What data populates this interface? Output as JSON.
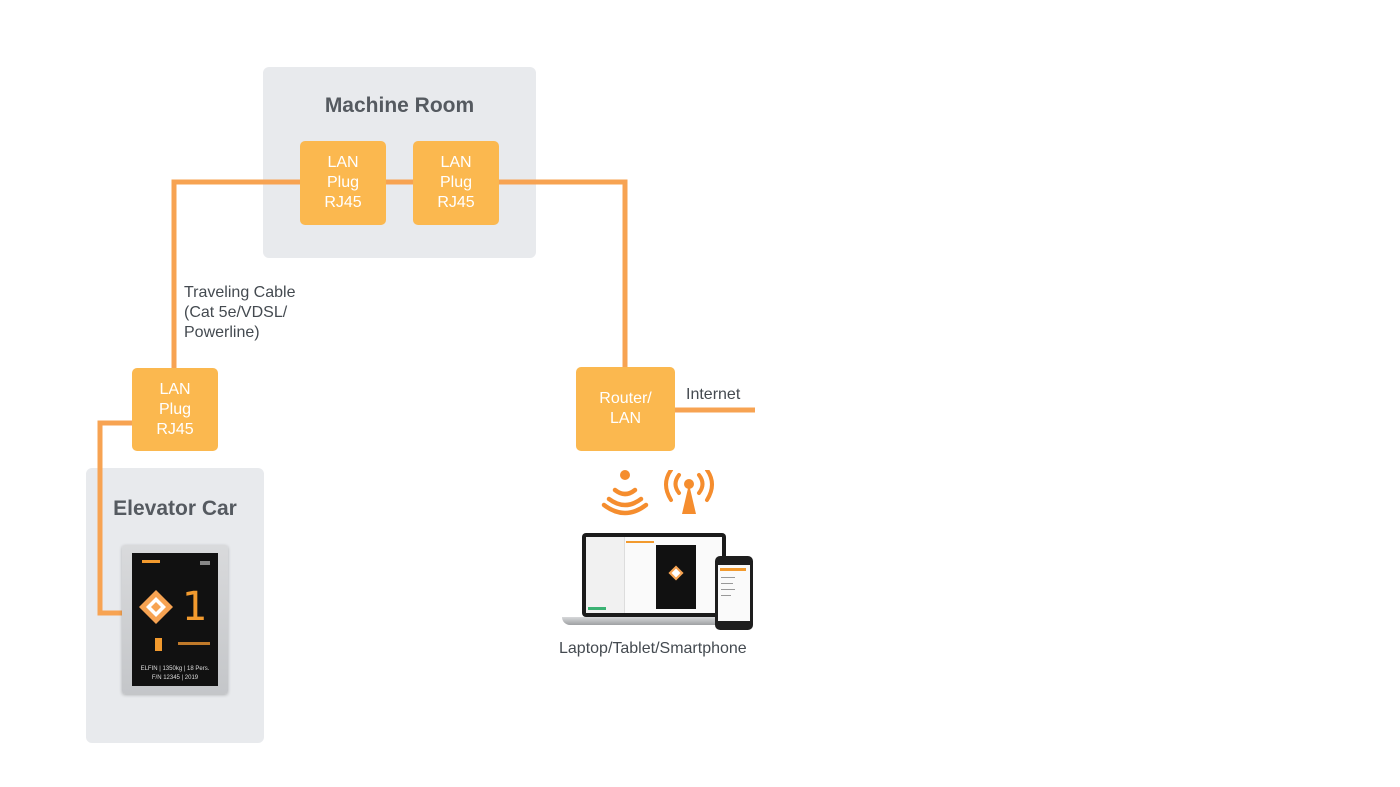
{
  "machine_room": {
    "title": "Machine Room",
    "plug_left": [
      "LAN",
      "Plug",
      "RJ45"
    ],
    "plug_right": [
      "LAN",
      "Plug",
      "RJ45"
    ]
  },
  "elevator_car": {
    "title": "Elevator Car",
    "plug": [
      "LAN",
      "Plug",
      "RJ45"
    ],
    "display": {
      "floor_number": "1",
      "info_line1": "ELFIN | 1350kg | 18 Pers.",
      "info_line2": "F/N 12345 | 2019"
    }
  },
  "traveling_cable": [
    "Traveling Cable",
    "(Cat 5e/VDSL/",
    "Powerline)"
  ],
  "router": [
    "Router/",
    "LAN"
  ],
  "internet_label": "Internet",
  "devices_label": "Laptop/Tablet/Smartphone",
  "icons": [
    "wifi-icon",
    "antenna-icon"
  ],
  "colors": {
    "cable": "#f7a352",
    "plug": "#fbb84f",
    "room": "#e8eaed",
    "title_text": "#555a60",
    "icon": "#f58d2e"
  }
}
